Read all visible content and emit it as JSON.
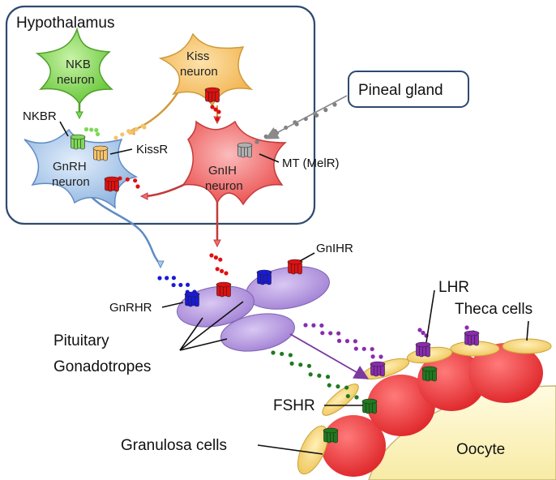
{
  "hypothalamus_label": "Hypothalamus",
  "pineal_label": "Pineal gland",
  "neurons": {
    "nkb": [
      "NKB",
      "neuron"
    ],
    "kiss": [
      "Kiss",
      "neuron"
    ],
    "gnrh": [
      "GnRH",
      "neuron"
    ],
    "gnih": [
      "GnIH",
      "neuron"
    ]
  },
  "receptors": {
    "nkbr": "NKBR",
    "kissr": "KissR",
    "mt": "MT (MelR)",
    "gnihr": "GnIHR",
    "gnrhr": "GnRHR",
    "lhr": "LHR",
    "fshr": "FSHR"
  },
  "cells": {
    "pituitary": [
      "Pituitary",
      "Gonadotropes"
    ],
    "theca": "Theca cells",
    "granulosa": "Granulosa cells",
    "oocyte": "Oocyte"
  },
  "colors": {
    "nkb": "#7ed957",
    "kiss": "#f6c36b",
    "gnrh": "#a9c8ea",
    "gnih": "#f26e6e",
    "gonadotrope": "#b99ce0",
    "theca": "#f3d27a",
    "granulosa": "#e8353a",
    "oocyte": "#fbf3c0",
    "gnrh_receptor": "#1a1ad6",
    "gnih_receptor": "#e01010",
    "lh_receptor": "#8a2bb0",
    "fsh_receptor": "#1f7a1f",
    "melatonin": "#808080"
  }
}
